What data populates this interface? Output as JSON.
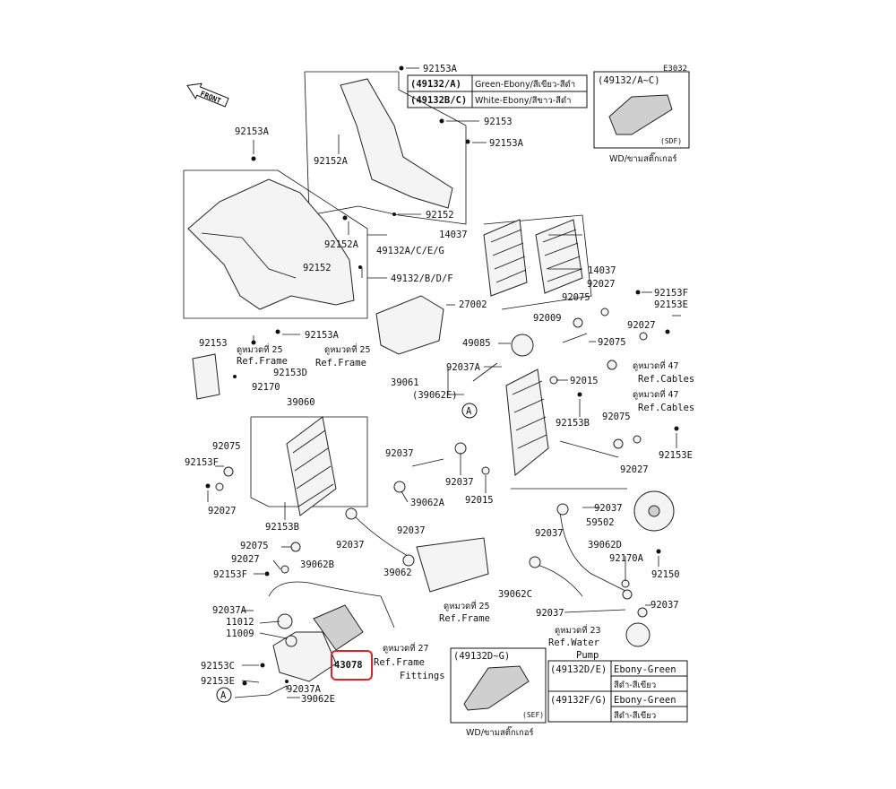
{
  "diagram_code": "E3032",
  "front_label": "FRONT",
  "highlight_color": "#e0202a",
  "color_table_top": [
    {
      "part": "(49132/A)",
      "color": "Green-Ebony/สีเขียว-สีดำ"
    },
    {
      "part": "(49132B/C)",
      "color": "White-Ebony/สีขาว-สีดำ"
    }
  ],
  "inset_top": {
    "title": "(49132/A~C)",
    "tag": "(SDF)",
    "caption": "WD/ขามสติ๊กเกอร์"
  },
  "inset_bottom": {
    "title": "(49132D~G)",
    "tag": "(SEF)",
    "caption": "WD/ขามสติ๊กเกอร์"
  },
  "color_table_bottom": [
    {
      "part": "(49132D/E)",
      "color": "Ebony-Green",
      "thai": "สีดำ-สีเขียว"
    },
    {
      "part": "(49132F/G)",
      "color": "Ebony-Green",
      "thai": "สีดำ-สีเขียว"
    }
  ],
  "labels": {
    "l92153A_top": "92153A",
    "l92153_a": "92153",
    "l92153A_b": "92153A",
    "l92152A_a": "92152A",
    "l92152_a": "92152",
    "l49132ACEG": "49132A/C/E/G",
    "l92153A_left": "92153A",
    "l92152A_b": "92152A",
    "l92152_b": "92152",
    "l49132BDF": "49132/B/D/F",
    "l92153A_c": "92153A",
    "l92153_c": "92153",
    "l27002": "27002",
    "l14037_a": "14037",
    "l14037_b": "14037",
    "l92075_a": "92075",
    "l92027_a": "92027",
    "l92153F_a": "92153F",
    "l92153E_a": "92153E",
    "l92009": "92009",
    "l49085": "49085",
    "l92027_b": "92027",
    "l92075_b": "92075",
    "ref47_a": "ดูหมวดที่ 47",
    "refcables_a": "Ref.Cables",
    "l92037A_a": "92037A",
    "l39061": "39061",
    "l39062E_a": "(39062E)",
    "l92015_a": "92015",
    "ref47_b": "ดูหมวดที่ 47",
    "refcables_b": "Ref.Cables",
    "l92153B_a": "92153B",
    "l92075_c": "92075",
    "ref25_a": "ดูหมวดที่ 25",
    "refframe_a": "Ref.Frame",
    "ref25_b": "ดูหมวดที่ 25",
    "refframe_b": "Ref.Frame",
    "l92153D": "92153D",
    "l92170": "92170",
    "l39060": "39060",
    "l92075_d": "92075",
    "l92153F_b": "92153F",
    "l92027_c": "92027",
    "l92153B_b": "92153B",
    "l92037_a": "92037",
    "l39062A": "39062A",
    "l92037_b": "92037",
    "l92015_b": "92015",
    "l92027_d": "92027",
    "l92153E_b": "92153E",
    "l92037_c": "92037",
    "l59502": "59502",
    "l92075_e": "92075",
    "l92027_e": "92027",
    "l39062B": "39062B",
    "l92153F_c": "92153F",
    "l92037_d": "92037",
    "l92037_e": "92037",
    "l39062": "39062",
    "l39062D": "39062D",
    "l92170A": "92170A",
    "l92150": "92150",
    "l39062C": "39062C",
    "l92037A_b": "92037A",
    "l11012": "11012",
    "l11009": "11009",
    "ref25_c": "ดูหมวดที่ 25",
    "refframe_c": "Ref.Frame",
    "l92037_f": "92037",
    "l92037_g": "92037",
    "ref23": "ดูหมวดที่ 23",
    "refwater": "Ref.Water",
    "pump": "Pump",
    "l43078": "43078",
    "ref27": "ดูหมวดที่ 27",
    "refframe_d": "Ref.Frame",
    "fittings": "Fittings",
    "l92153C": "92153C",
    "l92153E_c": "92153E",
    "l92037A_c": "92037A",
    "l39062E_b": "39062E",
    "marker_a": "A"
  }
}
